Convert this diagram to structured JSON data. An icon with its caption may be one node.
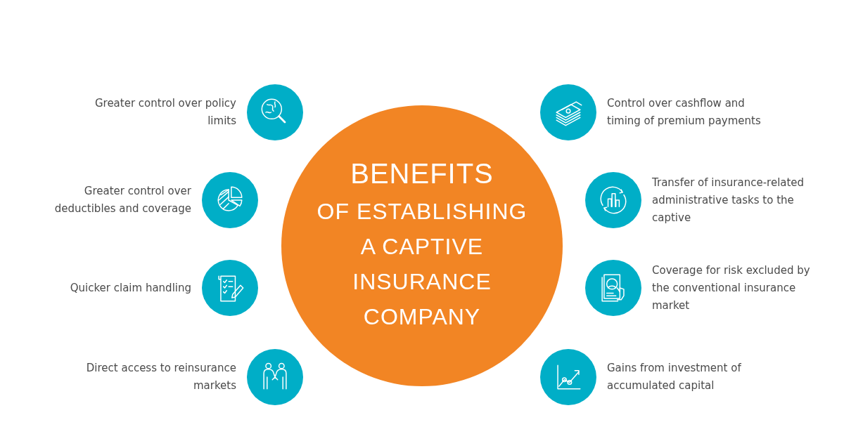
{
  "diagram": {
    "nodes": [
      {
        "text": [
          "BENEFITS",
          "OF ESTABLISHING A CAPTIVE INSURANCE COMPANY"
        ]
      },
      {
        "text": [],
        "shape": "circle",
        "beside": [
          "Greater control over policy limits"
        ]
      },
      {
        "text": [],
        "shape": "circle",
        "beside": [
          "Greater control over deductibles and coverage"
        ]
      },
      {
        "text": [],
        "shape": "circle",
        "beside": [
          "Quicker claim handling"
        ]
      },
      {
        "text": [],
        "shape": "circle",
        "beside": [
          "Direct access to reinsurance markets"
        ]
      },
      {
        "text": [],
        "shape": "circle",
        "beside": [
          "Control over cashflow and timing of premium payments"
        ]
      },
      {
        "text": [],
        "shape": "circle",
        "beside": [
          "Transfer of insurance-related administrative tasks to the captive"
        ]
      },
      {
        "text": [],
        "shape": "circle",
        "beside": [
          "Coverage for risk excluded by the conventional insurance market"
        ]
      },
      {
        "text": [],
        "shape": "circle",
        "beside": [
          "Gains from investment of accumulated capital"
        ]
      }
    ],
    "edges": []
  }
}
